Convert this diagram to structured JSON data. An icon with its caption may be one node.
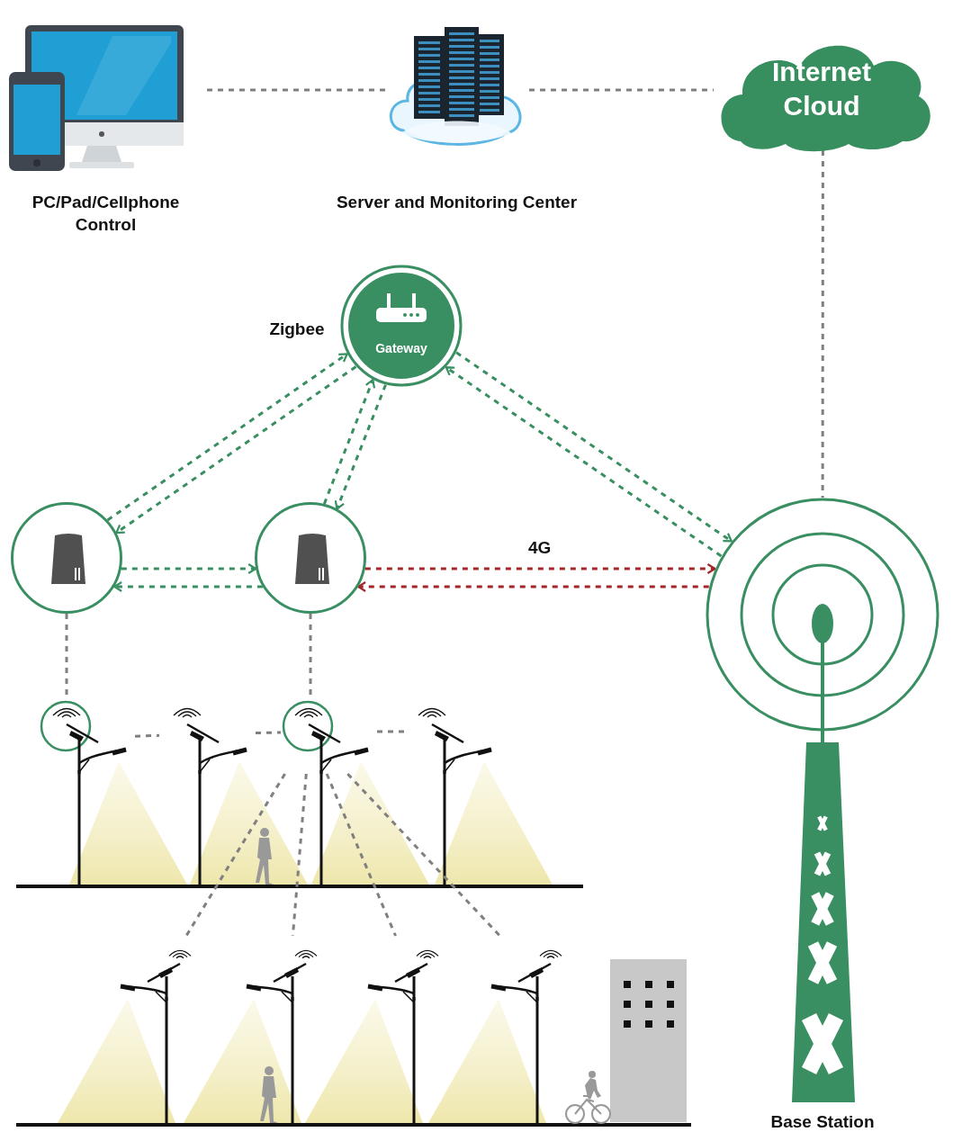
{
  "diagram": {
    "nodes": [
      {
        "text": [
          "PC/Pad/Cellphone Control"
        ]
      },
      {
        "text": [
          "Server and Monitoring Center"
        ]
      },
      {
        "text": [
          "Internet Cloud"
        ]
      },
      {
        "text": [
          "Gateway"
        ],
        "beside": [
          "Zigbee"
        ]
      },
      {
        "text": [],
        "shape": "circle"
      },
      {
        "text": [],
        "shape": "circle"
      },
      {
        "text": [
          "Base Station"
        ]
      },
      {
        "text": [],
        "shape": "picture"
      },
      {
        "text": [],
        "shape": "picture"
      },
      {
        "text": [],
        "shape": "picture"
      },
      {
        "text": [],
        "shape": "picture"
      },
      {
        "text": [],
        "shape": "picture"
      },
      {
        "text": [],
        "shape": "picture"
      },
      {
        "text": [],
        "shape": "picture"
      },
      {
        "text": [],
        "shape": "picture"
      }
    ],
    "edges": [
      {
        "from": 0,
        "to": 1,
        "arrow": "none",
        "style": "dashed"
      },
      {
        "from": 1,
        "to": 2,
        "arrow": "none",
        "style": "dashed"
      },
      {
        "from": 2,
        "to": 6,
        "arrow": "none",
        "style": "dashed"
      },
      {
        "from": 4,
        "to": 3,
        "arrow": "to",
        "style": "dashed",
        "color": "#3a8f62"
      },
      {
        "from": 3,
        "to": 4,
        "arrow": "to",
        "style": "dashed",
        "color": "#3a8f62"
      },
      {
        "from": 5,
        "to": 3,
        "arrow": "to",
        "style": "dashed",
        "color": "#3a8f62"
      },
      {
        "from": 3,
        "to": 5,
        "arrow": "to",
        "style": "dashed",
        "color": "#3a8f62"
      },
      {
        "from": 3,
        "to": 6,
        "arrow": "to",
        "style": "dashed",
        "color": "#3a8f62"
      },
      {
        "from": 6,
        "to": 3,
        "arrow": "to",
        "style": "dashed",
        "color": "#3a8f62"
      },
      {
        "from": 4,
        "to": 5,
        "arrow": "to",
        "style": "dashed",
        "color": "#3a8f62"
      },
      {
        "from": 5,
        "to": 4,
        "arrow": "to",
        "style": "dashed",
        "color": "#3a8f62"
      },
      {
        "from": 5,
        "to": 6,
        "arrow": "to",
        "label": "4G",
        "style": "dashed",
        "color": "#a3262a"
      },
      {
        "from": 6,
        "to": 5,
        "arrow": "to",
        "style": "dashed",
        "color": "#a3262a"
      },
      {
        "from": 4,
        "to": 7,
        "arrow": "none",
        "style": "dashed"
      },
      {
        "from": 5,
        "to": 9,
        "arrow": "none",
        "style": "dashed"
      },
      {
        "from": 7,
        "to": 8,
        "arrow": "none",
        "style": "dashed"
      },
      {
        "from": 8,
        "to": 9,
        "arrow": "none",
        "style": "dashed"
      },
      {
        "from": 9,
        "to": 10,
        "arrow": "none",
        "style": "dashed"
      },
      {
        "from": 9,
        "to": 11,
        "arrow": "none",
        "style": "dashed"
      },
      {
        "from": 9,
        "to": 12,
        "arrow": "none",
        "style": "dashed"
      },
      {
        "from": 9,
        "to": 13,
        "arrow": "none",
        "style": "dashed"
      },
      {
        "from": 9,
        "to": 14,
        "arrow": "none",
        "style": "dashed"
      }
    ]
  }
}
